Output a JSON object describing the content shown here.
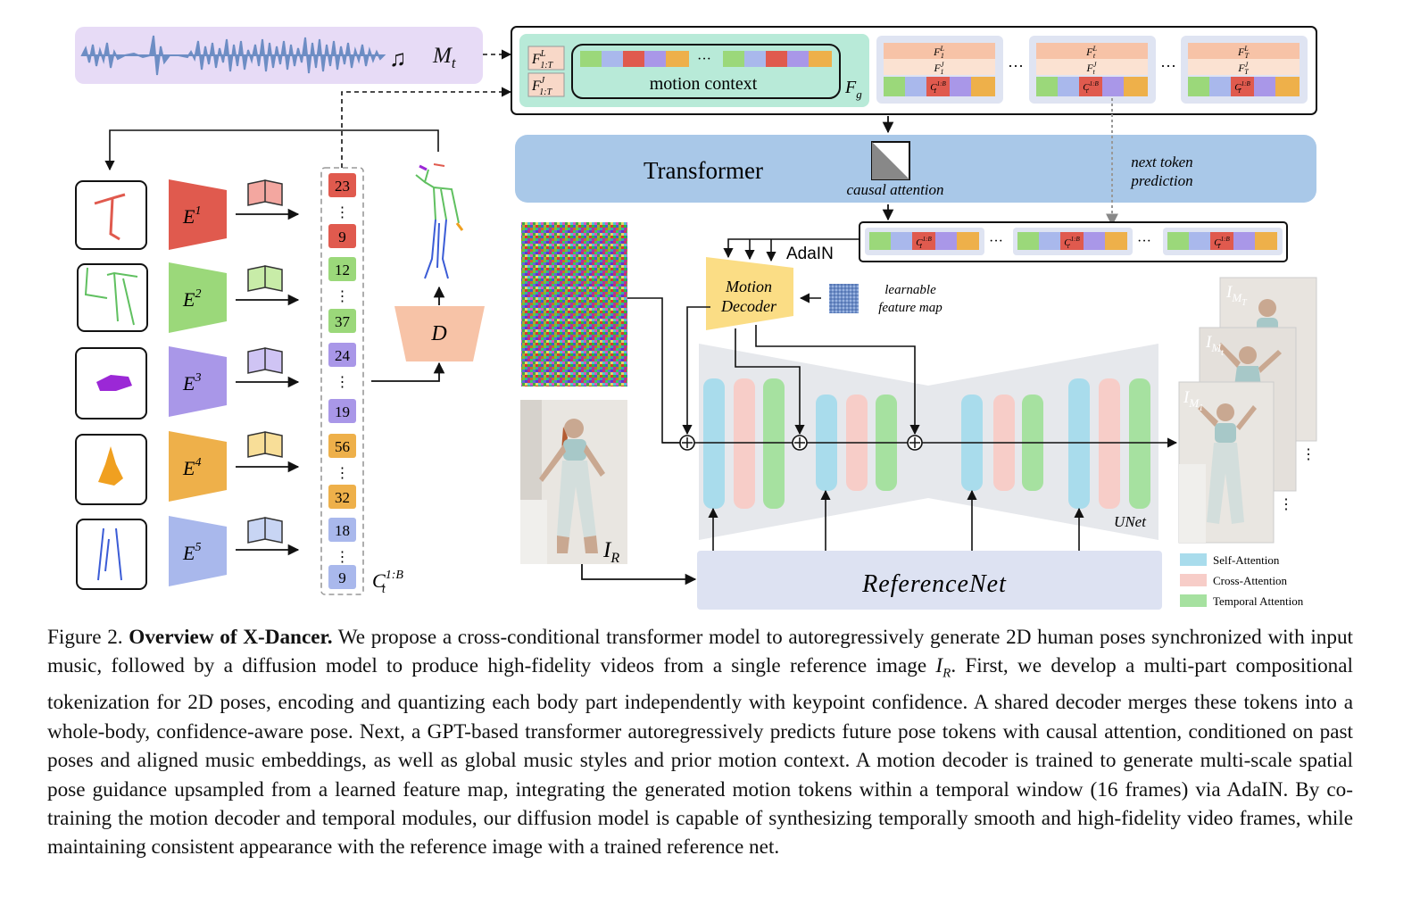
{
  "colors": {
    "token_red": "#e05a4e",
    "token_green": "#9bd87a",
    "token_purple": "#a997e8",
    "token_orange": "#eeb04a",
    "token_blue": "#a9b8ec",
    "transformer_bg": "#a9c8e8",
    "motion_decoder_bg": "#fbdd85",
    "decoder_D_bg": "#f7c3a7",
    "referencenet_bg": "#dde2f2",
    "unet_bg": "#e6e8ec",
    "self_attention": "#a9dcec",
    "cross_attention": "#f7cdc8",
    "temporal_attention": "#a6e1a0",
    "music_bg": "#e7dbf6",
    "motion_context_bg": "#b8ead8"
  },
  "music": {
    "label": "M",
    "label_sub": "t",
    "icon": "music-notes-icon"
  },
  "global_features": {
    "f_l": "F",
    "f_l_sup": "L",
    "f_l_sub": "1:T",
    "f_j": "F",
    "f_j_sup": "J",
    "f_j_sub": "1:T",
    "motion_context": "motion context",
    "ellipsis": "···",
    "fg": "F",
    "fg_sub": "g",
    "frames": [
      {
        "fl": "F",
        "fl_sup": "L",
        "fl_sub": "1",
        "fj": "F",
        "fj_sup": "J",
        "fj_sub": "1",
        "c": "C",
        "c_sup": "1:B",
        "c_sub": "1"
      },
      {
        "fl": "F",
        "fl_sup": "L",
        "fl_sub": "t",
        "fj": "F",
        "fj_sup": "J",
        "fj_sub": "t",
        "c": "C",
        "c_sup": "1:B",
        "c_sub": "t"
      },
      {
        "fl": "F",
        "fl_sup": "L",
        "fl_sub": "T",
        "fj": "F",
        "fj_sup": "J",
        "fj_sub": "T",
        "c": "C",
        "c_sup": "1:B",
        "c_sub": "T"
      }
    ]
  },
  "transformer": {
    "label": "Transformer",
    "causal": "causal attention",
    "next_token_line1": "next token",
    "next_token_line2": "prediction"
  },
  "output_tokens": [
    {
      "c": "C",
      "c_sup": "1:B",
      "c_sub": "1"
    },
    {
      "c": "C",
      "c_sup": "1:B",
      "c_sub": "t"
    },
    {
      "c": "C",
      "c_sup": "1:B",
      "c_sub": "T"
    }
  ],
  "adain": "AdaIN",
  "motion_decoder": {
    "line1": "Motion",
    "line2": "Decoder"
  },
  "learnable": {
    "line1": "learnable",
    "line2": "feature map"
  },
  "encoders": [
    {
      "base": "E",
      "sup": "1",
      "part_icon": "head-stroke-icon"
    },
    {
      "base": "E",
      "sup": "2",
      "part_icon": "torso-skeleton-icon"
    },
    {
      "base": "E",
      "sup": "3",
      "part_icon": "left-hand-blob-icon"
    },
    {
      "base": "E",
      "sup": "4",
      "part_icon": "right-hand-blob-icon"
    },
    {
      "base": "E",
      "sup": "5",
      "part_icon": "legs-skeleton-icon"
    }
  ],
  "tokens": [
    {
      "value": "23",
      "color": "red"
    },
    {
      "value": "9",
      "color": "red"
    },
    {
      "value": "12",
      "color": "green"
    },
    {
      "value": "37",
      "color": "green"
    },
    {
      "value": "24",
      "color": "purple"
    },
    {
      "value": "19",
      "color": "purple"
    },
    {
      "value": "56",
      "color": "orange"
    },
    {
      "value": "32",
      "color": "orange"
    },
    {
      "value": "18",
      "color": "blue"
    },
    {
      "value": "9",
      "color": "blue"
    }
  ],
  "codebook": {
    "c": "C",
    "c_sup": "1:B",
    "c_sub": "t"
  },
  "decoder_D": "D",
  "reference": {
    "label": "I",
    "sub": "R"
  },
  "outputs": [
    {
      "label": "I",
      "sub": "M",
      "subsub": "T"
    },
    {
      "label": "I",
      "sub": "M",
      "subsub": "t"
    },
    {
      "label": "I",
      "sub": "M",
      "subsub": "1"
    }
  ],
  "unet": "UNet",
  "referencenet": "ReferenceNet",
  "legend": [
    {
      "label": "Self-Attention",
      "color": "#a9dcec"
    },
    {
      "label": "Cross-Attention",
      "color": "#f7cdc8"
    },
    {
      "label": "Temporal Attention",
      "color": "#a6e1a0"
    }
  ],
  "caption": {
    "figure": "Figure 2.",
    "title": "Overview of X-Dancer.",
    "part1": " We propose a cross-conditional transformer model to autoregressively generate 2D human poses synchronized with input music, followed by a diffusion model to produce high-fidelity videos from a single reference image ",
    "ir": "I",
    "ir_sub": "R",
    "part2": ". First, we develop a multi-part compositional tokenization for 2D poses, encoding and quantizing each body part independently with keypoint confidence. A shared decoder merges these tokens into a whole-body, confidence-aware pose. Next, a GPT-based transformer autoregressively predicts future pose tokens with causal attention, conditioned on past poses and aligned music embeddings, as well as global music styles and prior motion context. A motion decoder is trained to generate multi-scale spatial pose guidance upsampled from a learned feature map, integrating the generated motion tokens within a temporal window (16 frames) via AdaIN. By co-training the motion decoder and temporal modules, our diffusion model is capable of synthesizing temporally smooth and high-fidelity video frames, while maintaining consistent appearance with the reference image with a trained reference net."
  }
}
